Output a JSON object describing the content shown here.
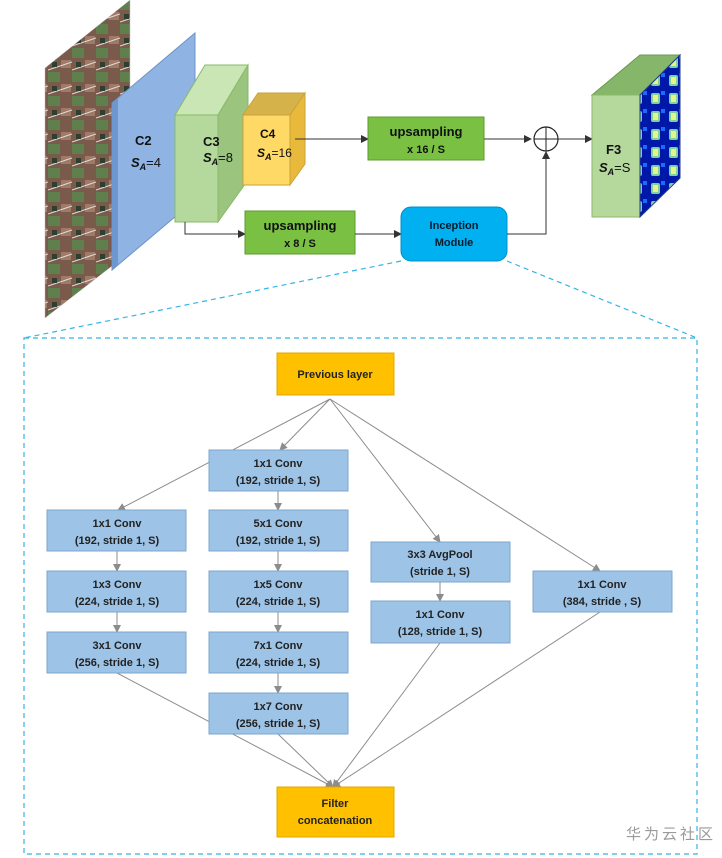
{
  "top": {
    "c2": {
      "name": "C2",
      "scale": "S",
      "sub": "A",
      "val": "=4"
    },
    "c3": {
      "name": "C3",
      "scale": "S",
      "sub": "A",
      "val": "=8"
    },
    "c4": {
      "name": "C4",
      "scale": "S",
      "sub": "A",
      "val": "=16"
    },
    "upsample16": {
      "title": "upsampling",
      "factor": "x 16 / S"
    },
    "upsample8": {
      "title": "upsampling",
      "factor": "x 8 / S"
    },
    "inception": {
      "line1": "Inception",
      "line2": "Module"
    },
    "sum_symbol": "+",
    "f3": {
      "name": "F3",
      "scale": "S",
      "sub": "A",
      "val": "=S"
    }
  },
  "inception_detail": {
    "previous_layer": "Previous layer",
    "branch_common": {
      "l1": "1x1 Conv",
      "l2": "(192, stride 1, S)"
    },
    "branch1": [
      {
        "l1": "1x1 Conv",
        "l2": "(192, stride 1, S)"
      },
      {
        "l1": "1x3 Conv",
        "l2": "(224, stride 1, S)"
      },
      {
        "l1": "3x1 Conv",
        "l2": "(256, stride 1, S)"
      }
    ],
    "branch2": [
      {
        "l1": "5x1 Conv",
        "l2": "(192, stride 1, S)"
      },
      {
        "l1": "1x5 Conv",
        "l2": "(224, stride 1, S)"
      },
      {
        "l1": "7x1 Conv",
        "l2": "(224, stride 1, S)"
      },
      {
        "l1": "1x7 Conv",
        "l2": "(256, stride 1, S)"
      }
    ],
    "branch3": [
      {
        "l1": "3x3 AvgPool",
        "l2": "(stride 1, S)"
      },
      {
        "l1": "1x1 Conv",
        "l2": "(128, stride 1, S)"
      }
    ],
    "branch4": {
      "l1": "1x1 Conv",
      "l2": "(384, stride , S)"
    },
    "filter_concat": {
      "l1": "Filter",
      "l2": "concatenation"
    }
  },
  "watermark": "华为云社区",
  "colors": {
    "c2": "#8fb4e3",
    "c3": "#b5d99c",
    "c4": "#ffd966",
    "upsampling": "#7ac143",
    "inception": "#00b0f0",
    "conv_box": "#9dc3e6",
    "orange_box": "#ffc000",
    "dashed": "#33b5e5"
  }
}
